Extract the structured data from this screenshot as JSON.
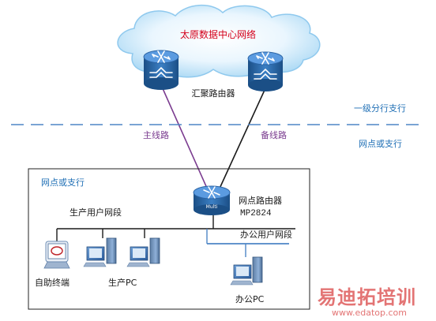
{
  "diagram": {
    "cloud_label": "太原数据中心网络",
    "aggregation_label": "汇聚路由器",
    "tier_level1": "一级分行支行",
    "tier_outlet": "网点或支行",
    "main_line": "主线路",
    "backup_line": "备线路",
    "box_title": "网点或支行",
    "outlet_router_label": "网点路由器",
    "outlet_router_model": "MP2824",
    "router_badge": "Multi",
    "prod_segment": "生产用户网段",
    "office_segment": "办公用户网段",
    "kiosk_label": "自助终端",
    "prod_pc_label": "生产PC",
    "office_pc_label": "办公PC"
  },
  "watermark": {
    "brand": "易迪拓培训",
    "url": "www.edatop.com"
  },
  "colors": {
    "cloud_text": "#d4001a",
    "blue_text": "#1f6fb5",
    "main_line": "#7a3b8f",
    "backup_line": "#1a1a1a",
    "dashed_divider": "#4e86c6",
    "office_bus": "#4e86c6",
    "watermark_red": "#e06666"
  }
}
